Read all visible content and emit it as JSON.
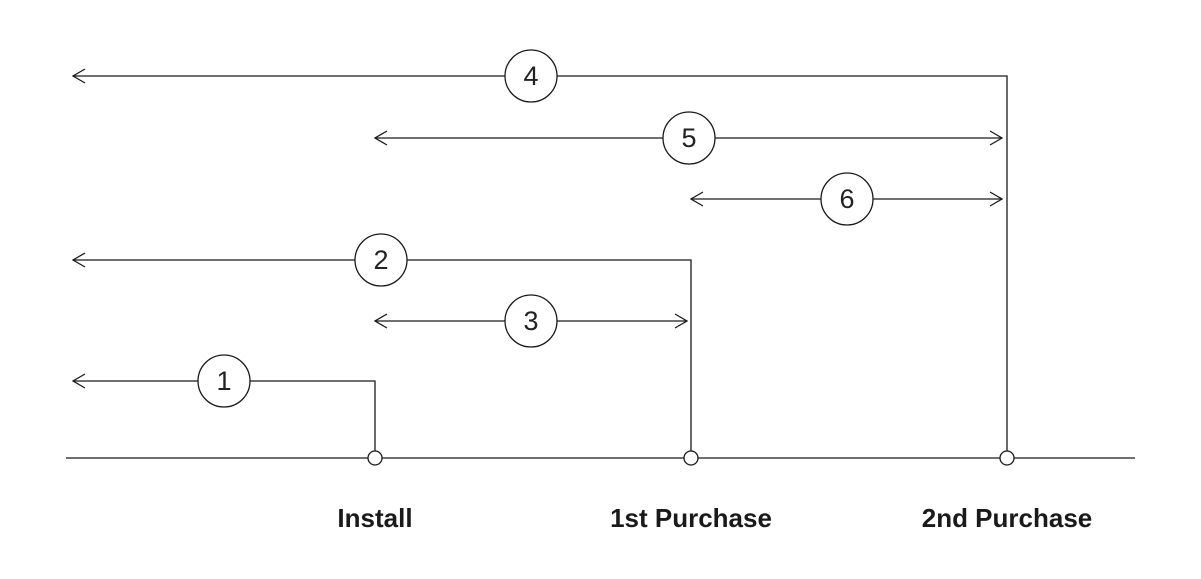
{
  "events": [
    {
      "id": "install",
      "label": "Install"
    },
    {
      "id": "first_purchase",
      "label": "1st Purchase"
    },
    {
      "id": "second_purchase",
      "label": "2nd Purchase"
    }
  ],
  "intervals": [
    {
      "label": "1",
      "from": "start",
      "to": "install"
    },
    {
      "label": "2",
      "from": "start",
      "to": "first_purchase"
    },
    {
      "label": "3",
      "from": "install",
      "to": "first_purchase"
    },
    {
      "label": "4",
      "from": "start",
      "to": "second_purchase"
    },
    {
      "label": "5",
      "from": "install",
      "to": "second_purchase"
    },
    {
      "label": "6",
      "from": "first_purchase",
      "to": "second_purchase"
    }
  ]
}
